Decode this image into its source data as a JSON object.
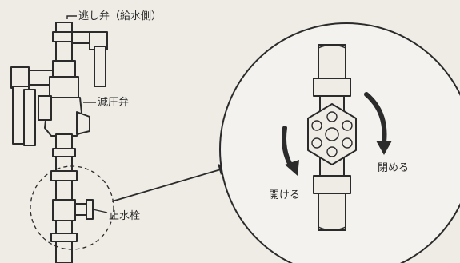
{
  "labels": {
    "relief_valve": "逃し弁（給水側）",
    "pressure_reducing_valve": "減圧弁",
    "stop_valve": "止水栓",
    "close": "閉める",
    "open": "開ける"
  }
}
